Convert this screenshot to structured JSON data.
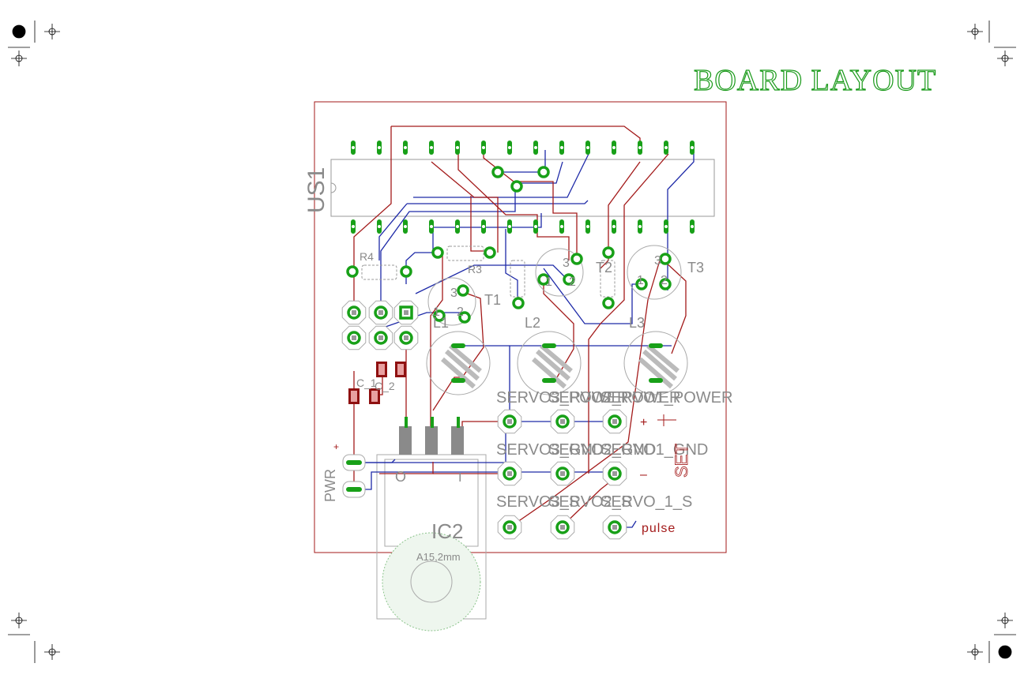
{
  "title": "BOARD LAYOUT",
  "colors": {
    "board_outline": "#a31a1a",
    "top_trace": "#a31a1a",
    "bottom_trace": "#1e2aa8",
    "pad": "#18a018",
    "pad_hole": "#ffffff",
    "label": "#8a8a8a",
    "smd": "#8f1010",
    "title": "#1a9a1a"
  },
  "labels": {
    "us1": "US1",
    "r4": "R4",
    "r3": "R3",
    "t1": "T1",
    "t2": "T2",
    "t3": "T3",
    "l1": "L1",
    "l2": "L2",
    "l3": "L3",
    "c1": "C_1",
    "c2": "C_2",
    "pwr": "PWR",
    "pwr_plus": "+",
    "ic2": "IC2",
    "ic2_o": "O",
    "ic2_i": "I",
    "a15": "A15,2mm",
    "servo_power": "SERVO3_POWER",
    "servo_power_overlap": "SERVO2_POWER",
    "servo_power_overlap2": "SERVO1_POWER",
    "servo_gnd": "SERVO3_GND",
    "servo_gnd_overlap": "SERVO2_GND",
    "servo_gnd_overlap2": "SERVO1_GND",
    "servo_s": "SERVO3_S",
    "servo_s_overlap": "SERVO2_S",
    "servo_s_overlap2": "SERVO_1_S",
    "plus": "+",
    "minus": "–",
    "pulse": "pulse",
    "pin_3": "3",
    "pin_1": "1",
    "pin_2": "2",
    "set": "SET"
  }
}
